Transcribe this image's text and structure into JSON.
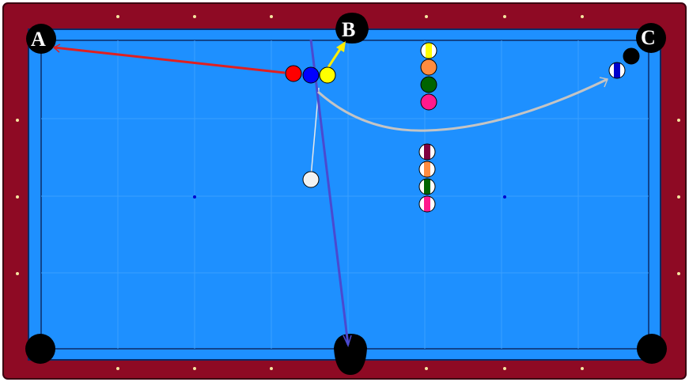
{
  "pockets": {
    "a": "A",
    "b": "B",
    "c": "C"
  },
  "colors": {
    "rail": "#8e0a24",
    "felt": "#1e90ff",
    "cushion_edge": "#0b2a66",
    "diamond": "#f5e6a0",
    "red_line": "#e02020",
    "purple_line": "#4a4ad0",
    "gray_curve": "#c0c0c0",
    "yellow_arrow": "#ffee00"
  },
  "balls": [
    {
      "id": "red-ball",
      "color": "#ff0000",
      "stripe": false
    },
    {
      "id": "blue-ball",
      "color": "#0000ff",
      "stripe": false
    },
    {
      "id": "yellow-ball",
      "color": "#ffff00",
      "stripe": false
    },
    {
      "id": "cue-ball",
      "color": "#f2f2f2",
      "stripe": false
    },
    {
      "id": "rack-1-yellow",
      "color": "#ffff00",
      "stripe": true
    },
    {
      "id": "rack-2-orange",
      "color": "#ff8c40",
      "stripe": false
    },
    {
      "id": "rack-3-green",
      "color": "#006400",
      "stripe": false
    },
    {
      "id": "rack-4-magenta",
      "color": "#ff1a8c",
      "stripe": false
    },
    {
      "id": "rack-5-maroon-stripe",
      "color": "#800040",
      "stripe": true
    },
    {
      "id": "rack-6-orange-stripe",
      "color": "#ff8c40",
      "stripe": true
    },
    {
      "id": "rack-7-green-stripe",
      "color": "#006400",
      "stripe": true
    },
    {
      "id": "rack-8-magenta-stripe",
      "color": "#ff1a8c",
      "stripe": true
    },
    {
      "id": "blue-stripe-ball",
      "color": "#0000cc",
      "stripe": true
    },
    {
      "id": "eight-ball",
      "color": "#000000",
      "stripe": false
    }
  ]
}
